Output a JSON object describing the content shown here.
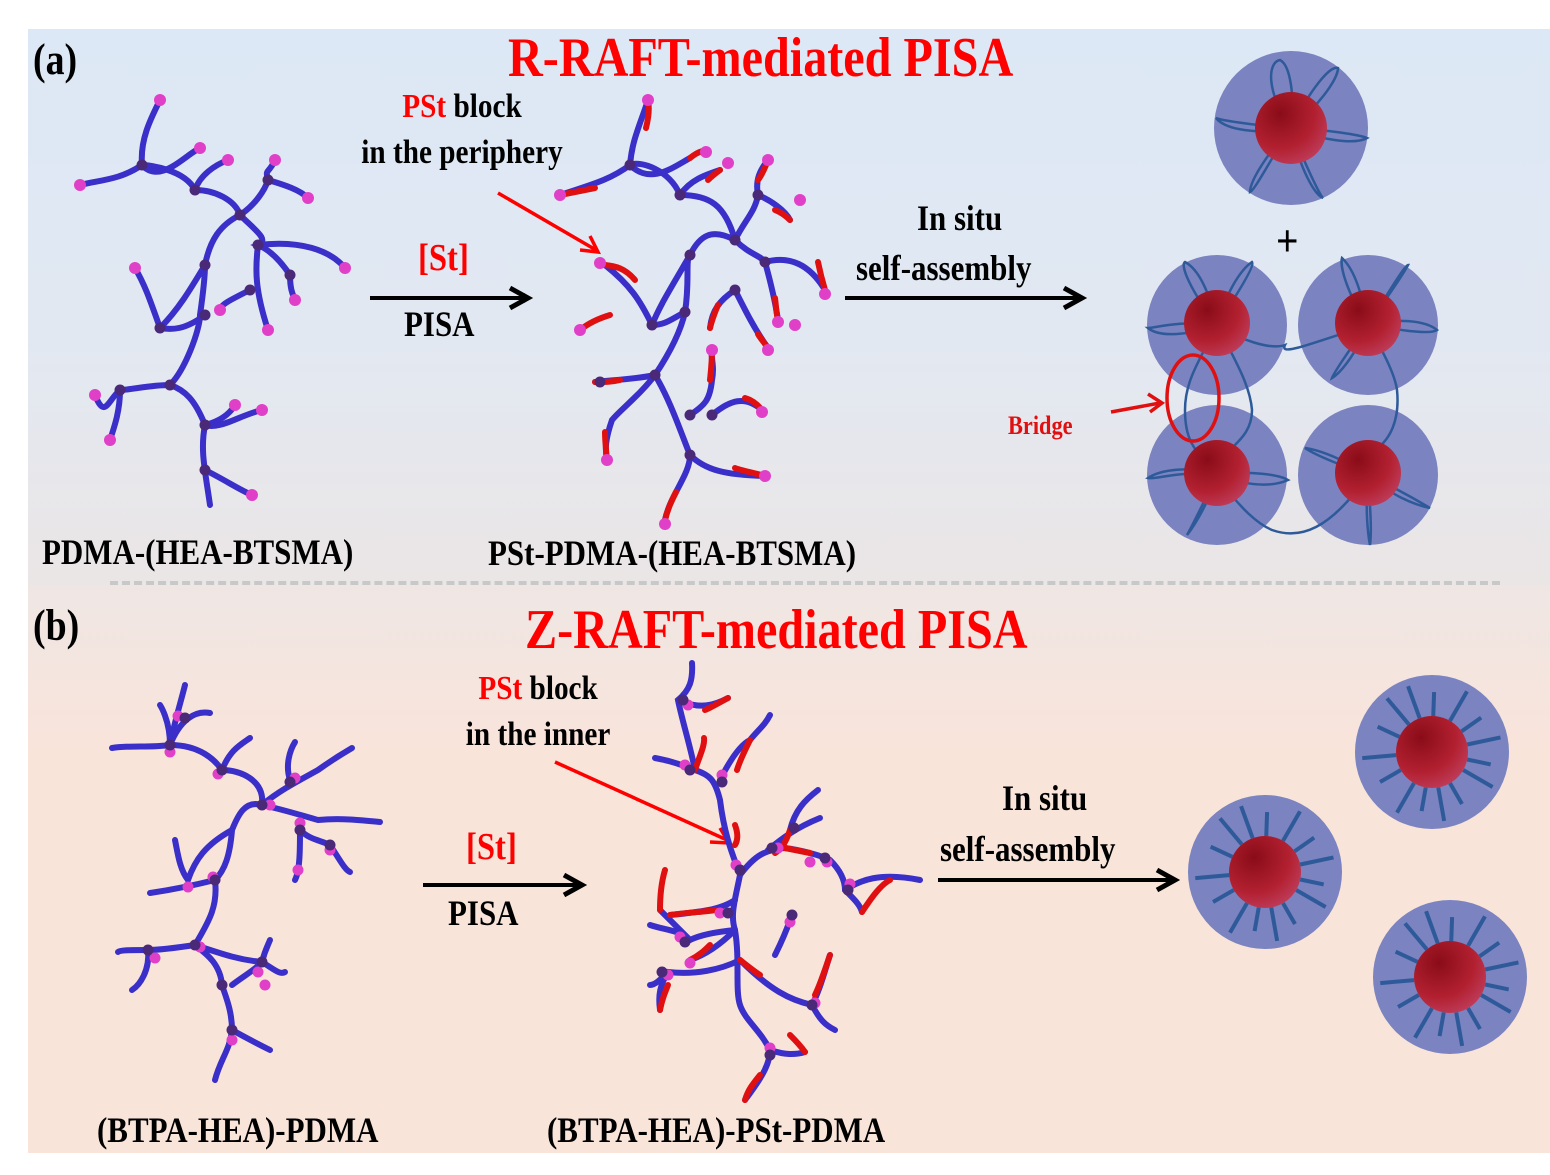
{
  "panel_a": {
    "label": "(a)",
    "title": "R-RAFT-mediated PISA",
    "annotation": {
      "highlight": "PSt",
      "line1_rest": " block",
      "line2": "in the periphery"
    },
    "reaction_arrow": {
      "reagent": "[St]",
      "process": "PISA"
    },
    "assembly_arrow": {
      "line1": "In situ",
      "line2": "self-assembly"
    },
    "plus_sign": "+",
    "bridge_label": "Bridge",
    "start_polymer": "PDMA-(HEA-BTSMA)",
    "product_polymer": "PSt-PDMA-(HEA-BTSMA)"
  },
  "panel_b": {
    "label": "(b)",
    "title": "Z-RAFT-mediated PISA",
    "annotation": {
      "highlight": "PSt",
      "line1_rest": " block",
      "line2": "in the inner"
    },
    "reaction_arrow": {
      "reagent": "[St]",
      "process": "PISA"
    },
    "assembly_arrow": {
      "line1": "In situ",
      "line2": "self-assembly"
    },
    "start_polymer": "(BTPA-HEA)-PDMA",
    "product_polymer": "(BTPA-HEA)-PSt-PDMA"
  },
  "colors": {
    "chain_blue": "#3a2fc8",
    "pst_red": "#e01010",
    "end_group_pink": "#e040c8",
    "node_purple": "#4a2a78",
    "corona": "#7b83c0",
    "core": "#b52035",
    "title_red": "#ff0000"
  }
}
